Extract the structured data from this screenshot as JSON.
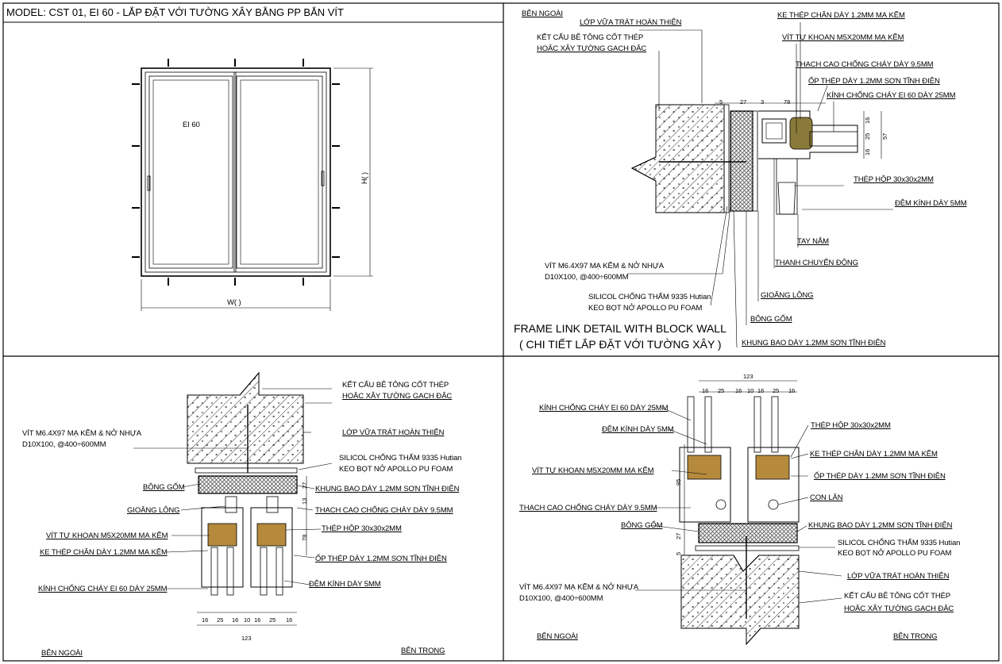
{
  "title": "MODEL: CST 01, EI 60 - LẮP ĐẶT VỚI TƯỜNG XÂY BẰNG PP BẮN VÍT",
  "elevation": {
    "panel_label": "EI 60",
    "width_label": "W(   )",
    "height_label": "H(   )"
  },
  "detail_plan_top": {
    "ben_ngoai": "BÊN NGOÀI",
    "labels": {
      "lop_vua": "LỚP VỮA TRÁT HOÀN THIỆN",
      "ket_cau_1": "KẾT CẤU BÊ TÔNG CỐT THÉP",
      "ket_cau_2": "HOẶC XÂY TƯỜNG GẠCH ĐẶC",
      "ke_thep": "KE THÉP CHÂN DÀY 1.2MM MẠ KẼM",
      "vit_tu_khoan": "VÍT TỰ KHOAN M5X20MM MẠ KẼM",
      "thach_cao": "THẠCH CAO CHỐNG CHÁY DÀY 9.5MM",
      "op_thep": "ỐP THÉP DÀY 1.2MM SƠN TĨNH ĐIỆN",
      "kinh": "KÍNH CHỐNG CHÁY EI 60 DÀY 25MM",
      "thep_hop": "THÉP HỘP 30x30x2MM",
      "dem_kinh": "ĐỆM KÍNH DÀY 5MM",
      "tay_nam": "TAY NẮM",
      "thanh_chuyen_dong": "THANH CHUYỂN ĐỘNG",
      "gioang_long": "GIOĂNG LÔNG",
      "bong_gom": "BÔNG GỐM",
      "khung_bao": "KHUNG BAO DÀY 1.2MM SƠN TĨNH ĐIỆN",
      "vit_m64_1": "VÍT M6.4X97 MẠ KẼM & NỞ NHỰA",
      "vit_m64_2": "D10X100, @400÷600MM",
      "silicol_1": "SILICOL CHỐNG THẤM 9335 Hutian",
      "silicol_2": "KEO BỌT NỞ APOLLO PU FOAM"
    },
    "dims": {
      "d5": "5",
      "d27": "27",
      "d3": "3",
      "d78": "78",
      "d16a": "16",
      "d25": "25",
      "d16b": "16",
      "d57": "57"
    },
    "caption_1": "FRAME LINK DETAIL WITH BLOCK WALL",
    "caption_2": "( CHI TIẾT LẮP ĐẶT VỚI TƯỜNG XÂY )"
  },
  "detail_bottom_left": {
    "labels": {
      "ket_cau_1": "KẾT CẤU BÊ TÔNG CỐT THÉP",
      "ket_cau_2": "HOẶC XÂY TƯỜNG GẠCH ĐẶC",
      "vit_m64_1": "VÍT M6.4X97 MẠ KẼM & NỞ NHỰA",
      "vit_m64_2": "D10X100, @400÷600MM",
      "lop_vua": "LỚP VỮA TRÁT HOÀN THIỆN",
      "silicol_1": "SILICOL CHỐNG THẤM 9335 Hutian",
      "silicol_2": "KEO BỌT NỞ APOLLO PU FOAM",
      "bong_gom": "BÔNG GỐM",
      "khung_bao": "KHUNG BAO DÀY 1.2MM SƠN TĨNH ĐIỆN",
      "gioang_long": "GIOĂNG LÔNG",
      "thach_cao": "THẠCH CAO CHỐNG CHÁY DÀY 9.5MM",
      "vit_tu_khoan": "VÍT TỰ KHOAN M5X20MM MẠ KẼM",
      "thep_hop": "THÉP HỘP 30x30x2MM",
      "ke_thep": "KE THÉP CHÂN DÀY 1.2MM MẠ KẼM",
      "op_thep": "ỐP THÉP DÀY 1.2MM SƠN TĨNH ĐIỆN",
      "kinh": "KÍNH CHỐNG CHÁY EI 60 DÀY 25MM",
      "dem_kinh": "ĐỆM KÍNH DÀY 5MM",
      "ben_ngoai": "BÊN NGOÀI",
      "ben_trong": "BÊN TRONG"
    },
    "dims": [
      "16",
      "25",
      "16",
      "10",
      "16",
      "25",
      "16"
    ],
    "dim_total": "123",
    "dims_v": {
      "d27": "27",
      "d13": "13",
      "d78": "78"
    }
  },
  "detail_bottom_right": {
    "labels": {
      "kinh": "KÍNH CHỐNG CHÁY EI 60 DÀY 25MM",
      "dem_kinh": "ĐỆM KÍNH DÀY 5MM",
      "vit_tu_khoan": "VÍT TỰ KHOAN M5X20MM MẠ KẼM",
      "thach_cao": "THẠCH CAO CHỐNG CHÁY DÀY 9.5MM",
      "bong_gom": "BÔNG GỐM",
      "vit_m64_1": "VÍT M6.4X97 MẠ KẼM & NỞ NHỰA",
      "vit_m64_2": "D10X100, @400÷600MM",
      "thep_hop": "THÉP HỘP 30x30x2MM",
      "ke_thep": "KE THÉP CHÂN DÀY 1.2MM MẠ KẼM",
      "op_thep": "ỐP THÉP DÀY 1.2MM SƠN TĨNH ĐIỆN",
      "con_lan": "CON LĂN",
      "khung_bao": "KHUNG BAO DÀY 1.2MM SƠN TĨNH ĐIỆN",
      "silicol_1": "SILICOL CHỐNG THẤM 9335 Hutian",
      "silicol_2": "KEO BỌT NỞ APOLLO PU FOAM",
      "lop_vua": "LỚP VỮA TRÁT HOÀN THIỆN",
      "ket_cau_1": "KẾT CẤU BÊ TÔNG CỐT THÉP",
      "ket_cau_2": "HOẶC XÂY TƯỜNG GẠCH ĐẶC",
      "ben_ngoai": "BÊN NGOÀI",
      "ben_trong": "BÊN TRONG"
    },
    "dim_total": "123",
    "dims": [
      "16",
      "25",
      "16",
      "10",
      "16",
      "25",
      "16"
    ],
    "dims_v": {
      "d95": "95",
      "d27": "27",
      "d5": "5"
    }
  }
}
